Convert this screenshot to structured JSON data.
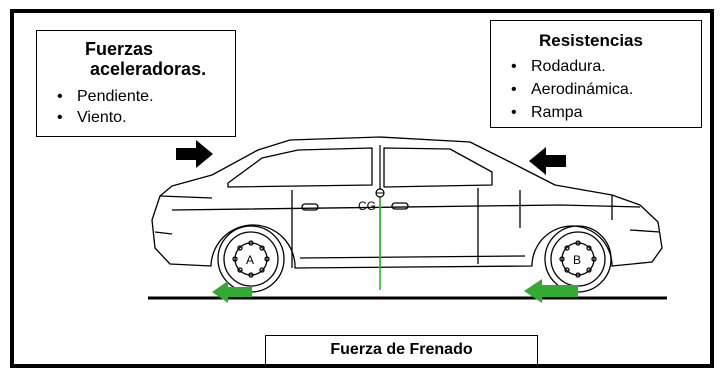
{
  "left_box": {
    "title": "Fuerzas\n aceleradoras.",
    "items": [
      "Pendiente.",
      "Viento."
    ]
  },
  "right_box": {
    "title": "Resistencias",
    "items": [
      "Rodadura.",
      "Aerodinámica.",
      "Rampa"
    ]
  },
  "center_label": "CG",
  "wheel_labels": {
    "front": "A",
    "rear": "B"
  },
  "bottom_box": {
    "label": "Fuerza de Frenado"
  },
  "colors": {
    "braking_arrow": "#33aa33",
    "gravity_line": "#33bb33",
    "outline": "#000000"
  }
}
